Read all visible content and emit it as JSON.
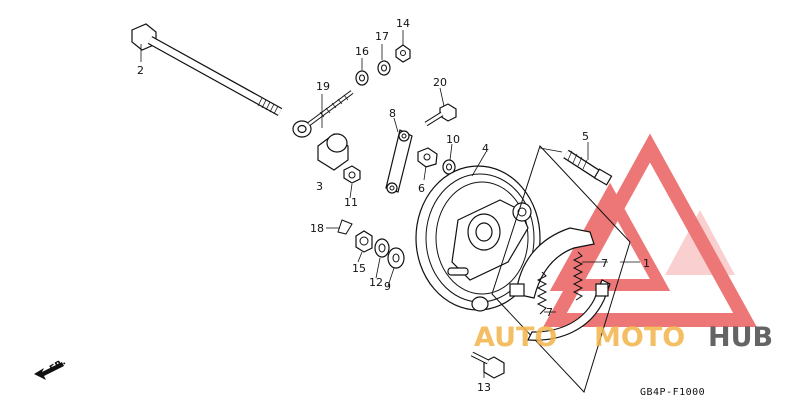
{
  "diagram": {
    "drawing_code": "GB4P-F1000",
    "direction_label": "FR.",
    "part_numbers": [
      "1",
      "2",
      "3",
      "4",
      "5",
      "6",
      "7",
      "7",
      "8",
      "9",
      "10",
      "11",
      "12",
      "13",
      "14",
      "15",
      "16",
      "17",
      "18",
      "19",
      "20"
    ]
  },
  "watermark": {
    "word1": "AUTO",
    "word2": "MOTO",
    "word3": "HUB",
    "colors": {
      "triangle": "#e84a4a",
      "auto": "#f3b44a",
      "hub": "#4a4a4a"
    }
  }
}
